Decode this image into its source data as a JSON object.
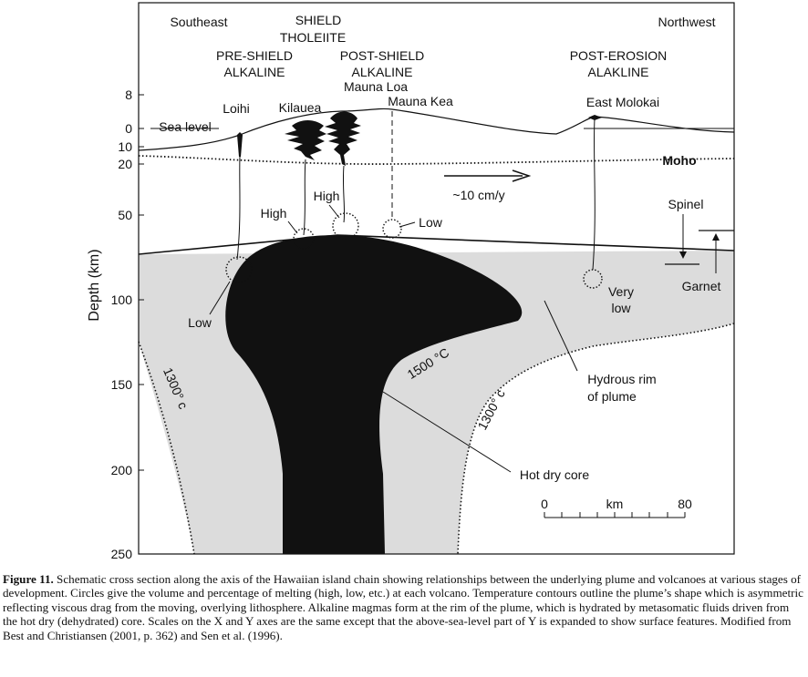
{
  "figure": {
    "labels": {
      "southeast": "Southeast",
      "northwest": "Northwest",
      "shield_line1": "SHIELD",
      "shield_line2": "THOLEIITE",
      "pre_shield_line1": "PRE-SHIELD",
      "pre_shield_line2": "ALKALINE",
      "post_shield_line1": "POST-SHIELD",
      "post_shield_line2": "ALKALINE",
      "post_erosion_line1": "POST-EROSION",
      "post_erosion_line2": "ALAKLINE",
      "mauna_loa": "Mauna Loa",
      "mauna_kea": "Mauna Kea",
      "loihi": "Loihi",
      "kilauea": "Kilauea",
      "east_molokai": "East Molokai",
      "sea_level": "Sea level",
      "moho": "Moho",
      "velocity": "~10 cm/y",
      "high_1": "High",
      "high_2": "High",
      "low_1": "Low",
      "low_2": "Low",
      "very": "Very",
      "low_3": "low",
      "spinel": "Spinel",
      "garnet": "Garnet",
      "temp_1500": "1500 °C",
      "temp_1300_left": "1300° c",
      "temp_1300_right": "1300° c",
      "hydrous_line1": "Hydrous rim",
      "hydrous_line2": "of plume",
      "hot_dry_core": "Hot dry core",
      "scale_0": "0",
      "scale_km": "km",
      "scale_80": "80",
      "y_axis_title": "Depth (km)"
    },
    "y_ticks": [
      "8",
      "0",
      "10",
      "20",
      "50",
      "100",
      "150",
      "200",
      "250"
    ]
  },
  "caption": {
    "label": "Figure 11.",
    "text": " Schematic cross section along the axis of the Hawaiian island chain showing relationships between the underlying plume and volcanoes at various stages of development.  Circles give the volume and percentage of melting (high, low, etc.) at each volcano. Temperature contours outline the plume’s shape which is asymmetric reflecting viscous drag from the moving, overlying lithosphere. Alkaline magmas form at the rim of the plume, which is hydrated by metasomatic fluids driven from the hot dry (dehydrated) core. Scales on the X and Y axes are the same except that the above-sea-level part of Y is expanded to show surface features. Modified from Best and Christiansen (2001, p. 362) and Sen et al. (1996)."
  }
}
